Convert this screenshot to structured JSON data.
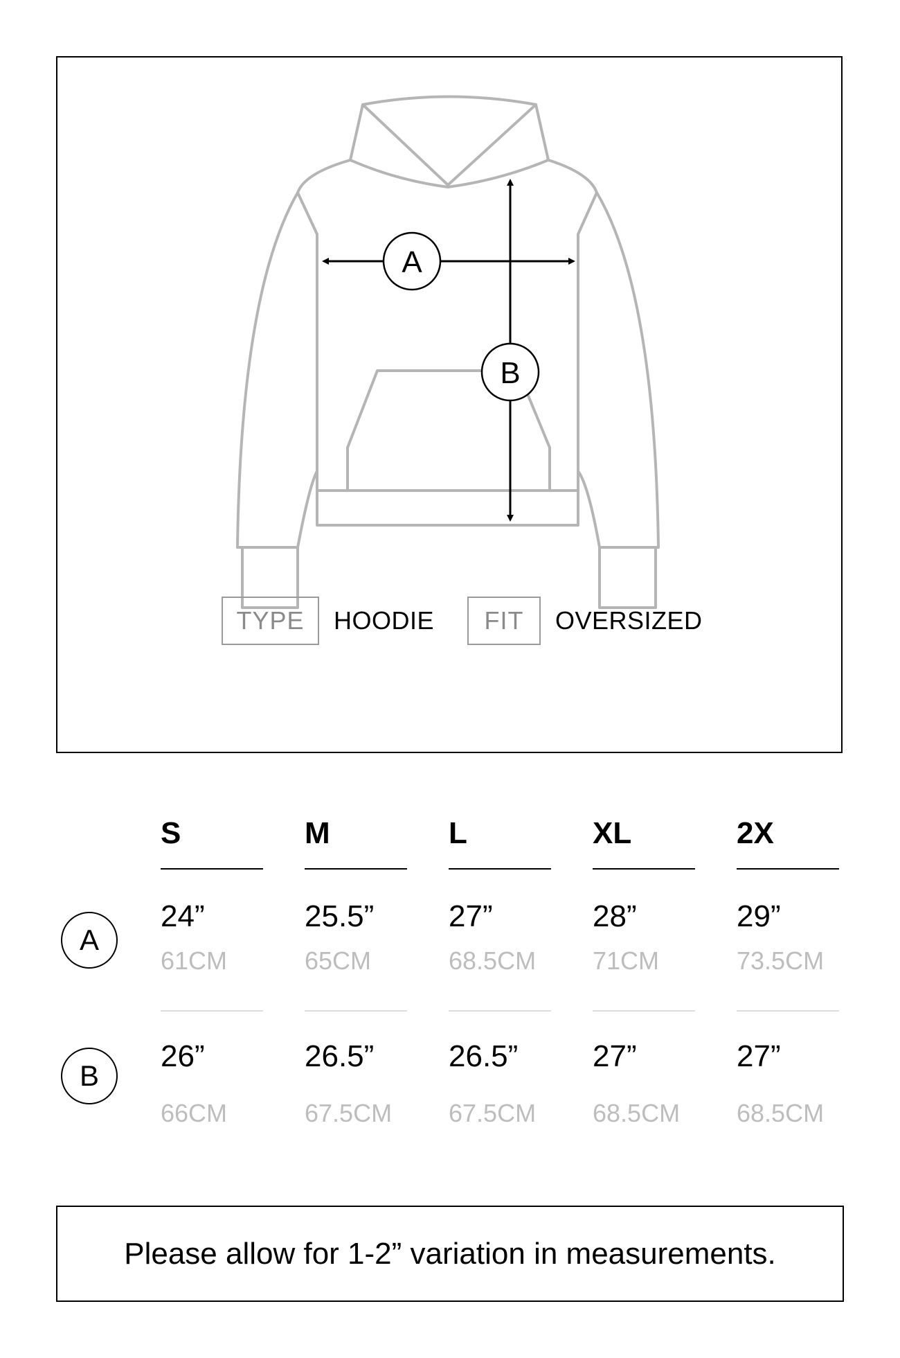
{
  "diagram": {
    "marker_a": "A",
    "marker_b": "B",
    "type_label": "TYPE",
    "type_value": "HOODIE",
    "fit_label": "FIT",
    "fit_value": "OVERSIZED",
    "outline_color": "#b5b5b5",
    "arrow_color": "#000000"
  },
  "size_table": {
    "sizes": [
      "S",
      "M",
      "L",
      "XL",
      "2X"
    ],
    "rows": [
      {
        "label": "A",
        "inches": [
          "24”",
          "25.5”",
          "27”",
          "28”",
          "29”"
        ],
        "cm": [
          "61CM",
          "65CM",
          "68.5CM",
          "71CM",
          "73.5CM"
        ]
      },
      {
        "label": "B",
        "inches": [
          "26”",
          "26.5”",
          "26.5”",
          "27”",
          "27”"
        ],
        "cm": [
          "66CM",
          "67.5CM",
          "67.5CM",
          "68.5CM",
          "68.5CM"
        ]
      }
    ]
  },
  "note": "Please allow for 1-2” variation in measurements."
}
